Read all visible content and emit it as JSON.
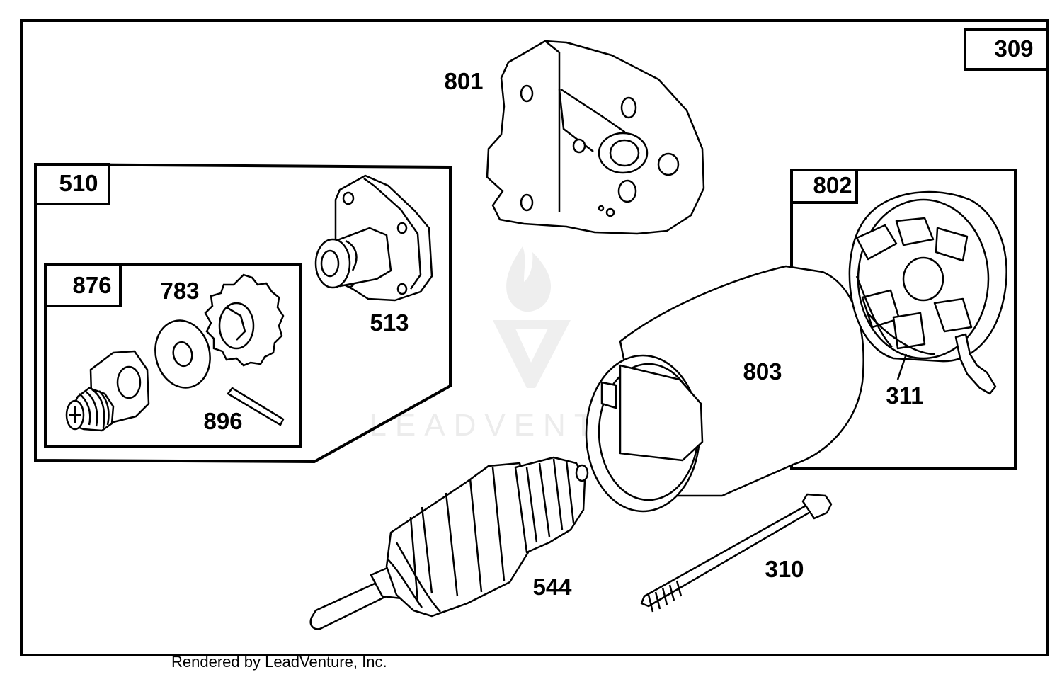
{
  "diagram": {
    "assembly_number": "309",
    "callouts": {
      "p801": "801",
      "p510": "510",
      "p513": "513",
      "p876": "876",
      "p783": "783",
      "p896": "896",
      "p802": "802",
      "p311": "311",
      "p803": "803",
      "p544": "544",
      "p310": "310"
    },
    "watermark": "LEADVENTURE"
  },
  "footer": {
    "credit": "Rendered by LeadVenture, Inc."
  },
  "colors": {
    "line": "#000000",
    "background": "#ffffff",
    "watermark": "#ececec"
  }
}
